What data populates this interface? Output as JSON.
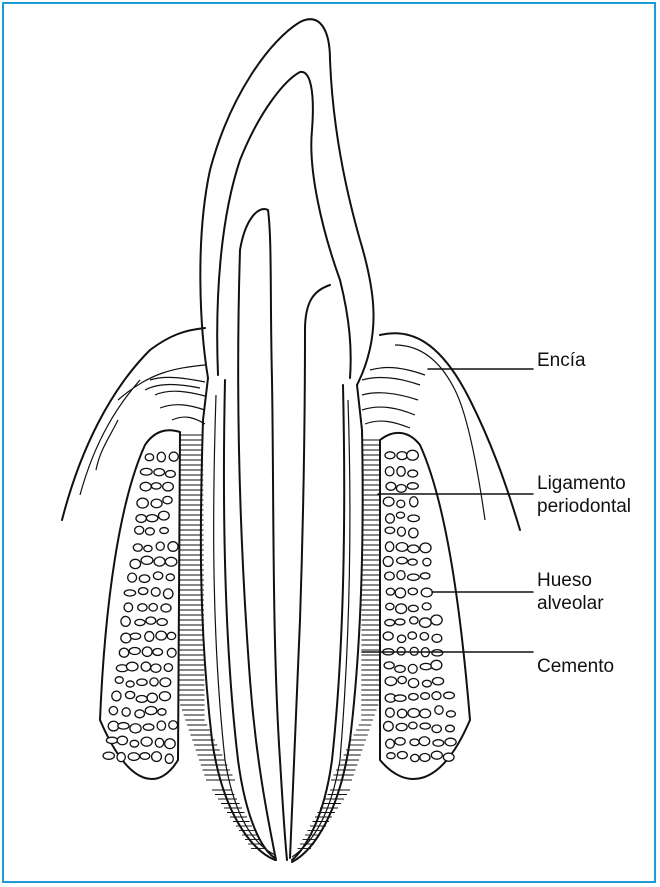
{
  "figure": {
    "border_color": "#1e9ad6",
    "labels": {
      "gum": "Encía",
      "ligament_line1": "Ligamento",
      "ligament_line2": "periodontal",
      "bone_line1": "Hueso",
      "bone_line2": "alveolar",
      "cementum": "Cemento"
    }
  }
}
